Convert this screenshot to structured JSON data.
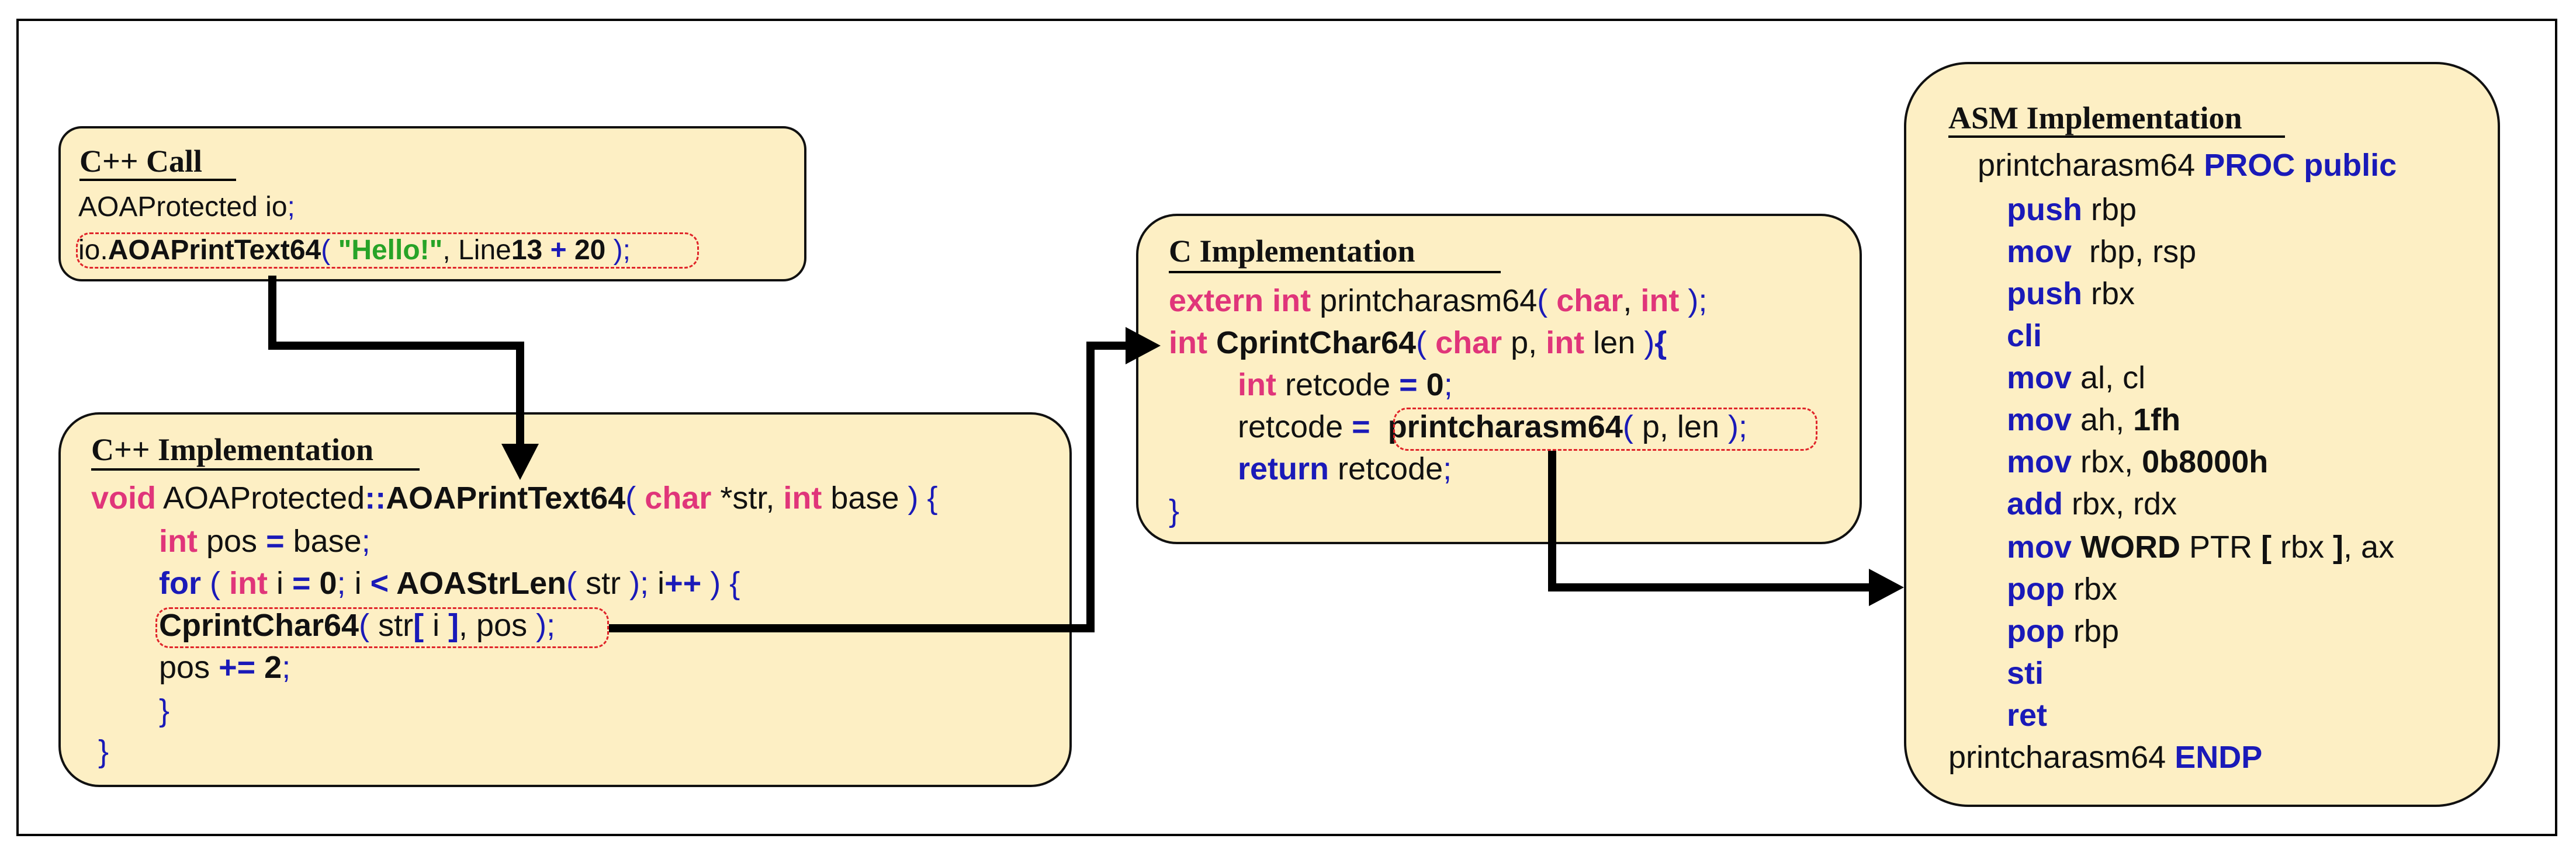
{
  "boxes": {
    "cpp_call": {
      "title": "C++ Call",
      "lines": [
        [
          [
            "id",
            "AOAProtected io"
          ],
          [
            "punc",
            ";"
          ]
        ],
        [
          [
            "id",
            "io."
          ],
          [
            "bold",
            "AOAPrintText64"
          ],
          [
            "punc",
            "( "
          ],
          [
            "str",
            "\"Hello!\""
          ],
          [
            "id",
            ", Line"
          ],
          [
            "bold",
            "13"
          ],
          [
            "op",
            " + "
          ],
          [
            "bold",
            "20"
          ],
          [
            "punc",
            " );"
          ]
        ]
      ]
    },
    "cpp_impl": {
      "title": "C++ Implementation",
      "lines": [
        [
          [
            "kw",
            "void"
          ],
          [
            "id",
            " AOAProtected"
          ],
          [
            "op",
            "::"
          ],
          [
            "bold",
            "AOAPrintText64"
          ],
          [
            "punc",
            "( "
          ],
          [
            "kw",
            "char"
          ],
          [
            "id",
            " *str, "
          ],
          [
            "kw",
            "int"
          ],
          [
            "id",
            " base "
          ],
          [
            "punc",
            ") {"
          ]
        ],
        [
          [
            "kw",
            "int"
          ],
          [
            "id",
            " pos "
          ],
          [
            "op",
            "="
          ],
          [
            "id",
            " base"
          ],
          [
            "punc",
            ";"
          ]
        ],
        [
          [
            "kwb",
            "for"
          ],
          [
            "punc",
            " ( "
          ],
          [
            "kw",
            "int"
          ],
          [
            "id",
            " i "
          ],
          [
            "op",
            "="
          ],
          [
            "bold",
            " 0"
          ],
          [
            "punc",
            ";"
          ],
          [
            "id",
            " i "
          ],
          [
            "op",
            "<"
          ],
          [
            "bold",
            " AOAStrLen"
          ],
          [
            "punc",
            "( "
          ],
          [
            "id",
            "str "
          ],
          [
            "punc",
            ");"
          ],
          [
            "id",
            " i"
          ],
          [
            "op",
            "++"
          ],
          [
            "punc",
            " ) {"
          ]
        ],
        [
          [
            "bold",
            "CprintChar64"
          ],
          [
            "punc",
            "( "
          ],
          [
            "id",
            "str"
          ],
          [
            "op",
            "[ "
          ],
          [
            "id",
            "i "
          ],
          [
            "op",
            "]"
          ],
          [
            "id",
            ", pos "
          ],
          [
            "punc",
            ");"
          ]
        ],
        [
          [
            "id",
            "pos "
          ],
          [
            "op",
            "+="
          ],
          [
            "bold",
            " 2"
          ],
          [
            "punc",
            ";"
          ]
        ],
        [
          [
            "punc",
            "}"
          ]
        ],
        [
          [
            "punc",
            "}"
          ]
        ]
      ]
    },
    "c_impl": {
      "title": "C Implementation",
      "lines": [
        [
          [
            "kw",
            "extern int"
          ],
          [
            "id",
            " printcharasm64"
          ],
          [
            "punc",
            "( "
          ],
          [
            "kw",
            "char"
          ],
          [
            "id",
            ", "
          ],
          [
            "kw",
            "int"
          ],
          [
            "punc",
            " );"
          ]
        ],
        [
          [
            "kw",
            "int"
          ],
          [
            "bold",
            " CprintChar64"
          ],
          [
            "punc",
            "( "
          ],
          [
            "kw",
            "char"
          ],
          [
            "id",
            " p, "
          ],
          [
            "kw",
            "int"
          ],
          [
            "id",
            " len "
          ],
          [
            "punc",
            ")"
          ],
          [
            "op",
            "{"
          ]
        ],
        [
          [
            "kw",
            "int"
          ],
          [
            "id",
            " retcode "
          ],
          [
            "op",
            "="
          ],
          [
            "bold",
            " 0"
          ],
          [
            "punc",
            ";"
          ]
        ],
        [
          [
            "id",
            "retcode "
          ],
          [
            "op",
            "="
          ],
          [
            "id",
            "  "
          ],
          [
            "bold",
            "printcharasm64"
          ],
          [
            "punc",
            "( "
          ],
          [
            "id",
            "p, len "
          ],
          [
            "punc",
            ");"
          ]
        ],
        [
          [
            "kwb",
            "return"
          ],
          [
            "id",
            " retcode"
          ],
          [
            "punc",
            ";"
          ]
        ],
        [
          [
            "punc",
            "}"
          ]
        ]
      ]
    },
    "asm_impl": {
      "title": "ASM Implementation",
      "lines": [
        [
          [
            "id",
            "printcharasm64 "
          ],
          [
            "kwb",
            "PROC public"
          ]
        ],
        [
          [
            "kwb",
            "push"
          ],
          [
            "id",
            " rbp"
          ]
        ],
        [
          [
            "kwb",
            "mov"
          ],
          [
            "id",
            "  rbp, rsp"
          ]
        ],
        [
          [
            "kwb",
            "push"
          ],
          [
            "id",
            " rbx"
          ]
        ],
        [
          [
            "kwb",
            "cli"
          ]
        ],
        [
          [
            "kwb",
            "mov"
          ],
          [
            "id",
            " al, cl"
          ]
        ],
        [
          [
            "kwb",
            "mov"
          ],
          [
            "id",
            " ah, "
          ],
          [
            "bold",
            "1fh"
          ]
        ],
        [
          [
            "kwb",
            "mov"
          ],
          [
            "id",
            " rbx, "
          ],
          [
            "bold",
            "0b8000h"
          ]
        ],
        [
          [
            "kwb",
            "add"
          ],
          [
            "id",
            " rbx, rdx"
          ]
        ],
        [
          [
            "kwb",
            "mov"
          ],
          [
            "bold",
            " WORD"
          ],
          [
            "id",
            " PTR "
          ],
          [
            "bold",
            "["
          ],
          [
            "id",
            " rbx "
          ],
          [
            "bold",
            "]"
          ],
          [
            "id",
            ", ax"
          ]
        ],
        [
          [
            "kwb",
            "pop"
          ],
          [
            "id",
            " rbx"
          ]
        ],
        [
          [
            "kwb",
            "pop"
          ],
          [
            "id",
            " rbp"
          ]
        ],
        [
          [
            "kwb",
            "sti"
          ]
        ],
        [
          [
            "kwb",
            "ret"
          ]
        ],
        [
          [
            "id",
            "printcharasm64 "
          ],
          [
            "kwb",
            "ENDP"
          ]
        ]
      ]
    }
  }
}
